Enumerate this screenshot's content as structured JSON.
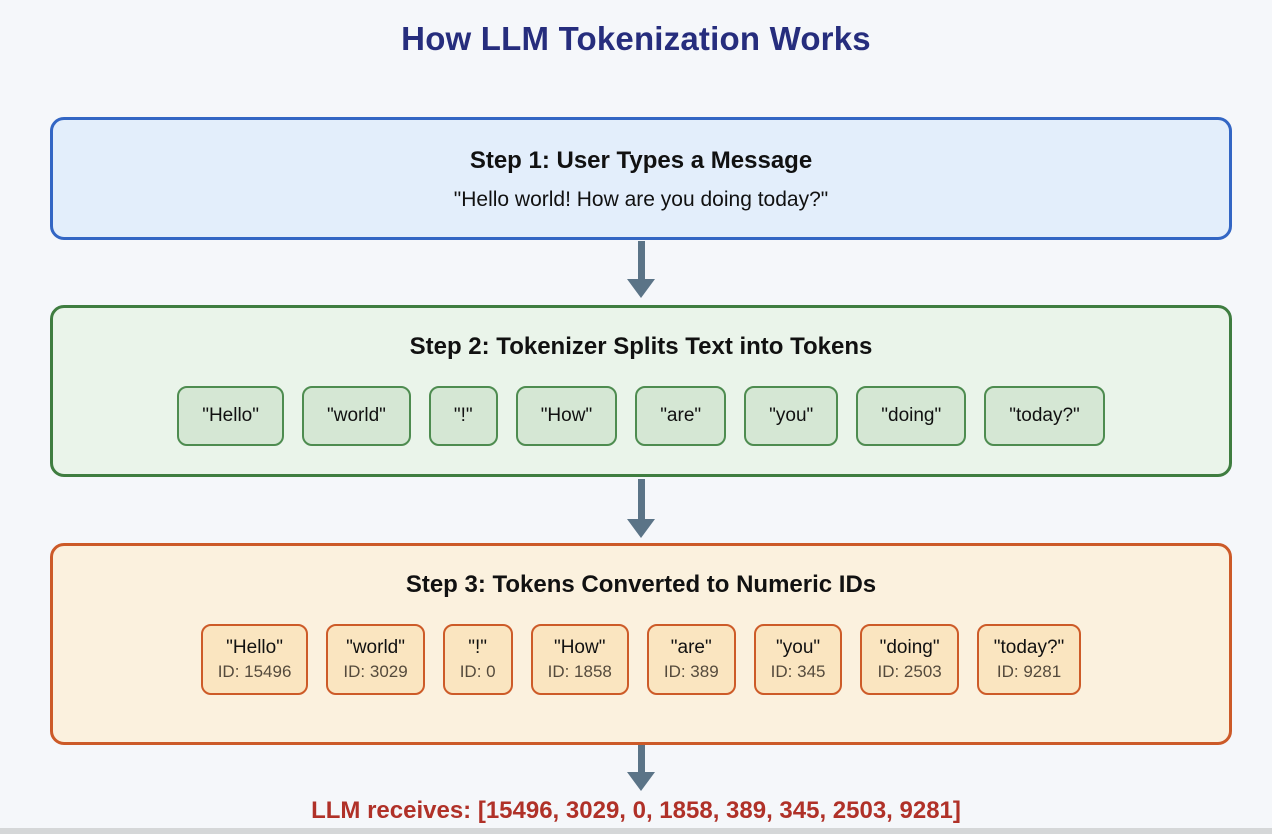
{
  "title": "How LLM Tokenization Works",
  "colors": {
    "page_background": "#f5f7fa",
    "title_navy": "#262d7d",
    "step1_border": "#3366c4",
    "step1_fill": "#e3eefb",
    "step2_border": "#3f7d40",
    "step2_fill": "#eaf4ea",
    "step2_token_fill": "#d5e7d4",
    "step3_border": "#cd5b28",
    "step3_fill": "#fbf1de",
    "step3_token_fill": "#fae5c0",
    "arrow_gray": "#5b7487",
    "footer_red": "#b03128"
  },
  "steps": [
    {
      "title": "Step 1: User Types a Message",
      "subtitle": "\"Hello world! How are you doing today?\""
    },
    {
      "title": "Step 2: Tokenizer Splits Text into Tokens",
      "tokens": [
        "\"Hello\"",
        "\"world\"",
        "\"!\"",
        "\"How\"",
        "\"are\"",
        "\"you\"",
        "\"doing\"",
        "\"today?\""
      ]
    },
    {
      "title": "Step 3: Tokens Converted to Numeric IDs",
      "tokens": [
        {
          "text": "\"Hello\"",
          "id": "ID: 15496"
        },
        {
          "text": "\"world\"",
          "id": "ID: 3029"
        },
        {
          "text": "\"!\"",
          "id": "ID: 0"
        },
        {
          "text": "\"How\"",
          "id": "ID: 1858"
        },
        {
          "text": "\"are\"",
          "id": "ID: 389"
        },
        {
          "text": "\"you\"",
          "id": "ID: 345"
        },
        {
          "text": "\"doing\"",
          "id": "ID: 2503"
        },
        {
          "text": "\"today?\"",
          "id": "ID: 9281"
        }
      ]
    }
  ],
  "footer": {
    "label": "LLM receives: [15496, 3029, 0, 1858, 389, 345, 2503, 9281]"
  }
}
